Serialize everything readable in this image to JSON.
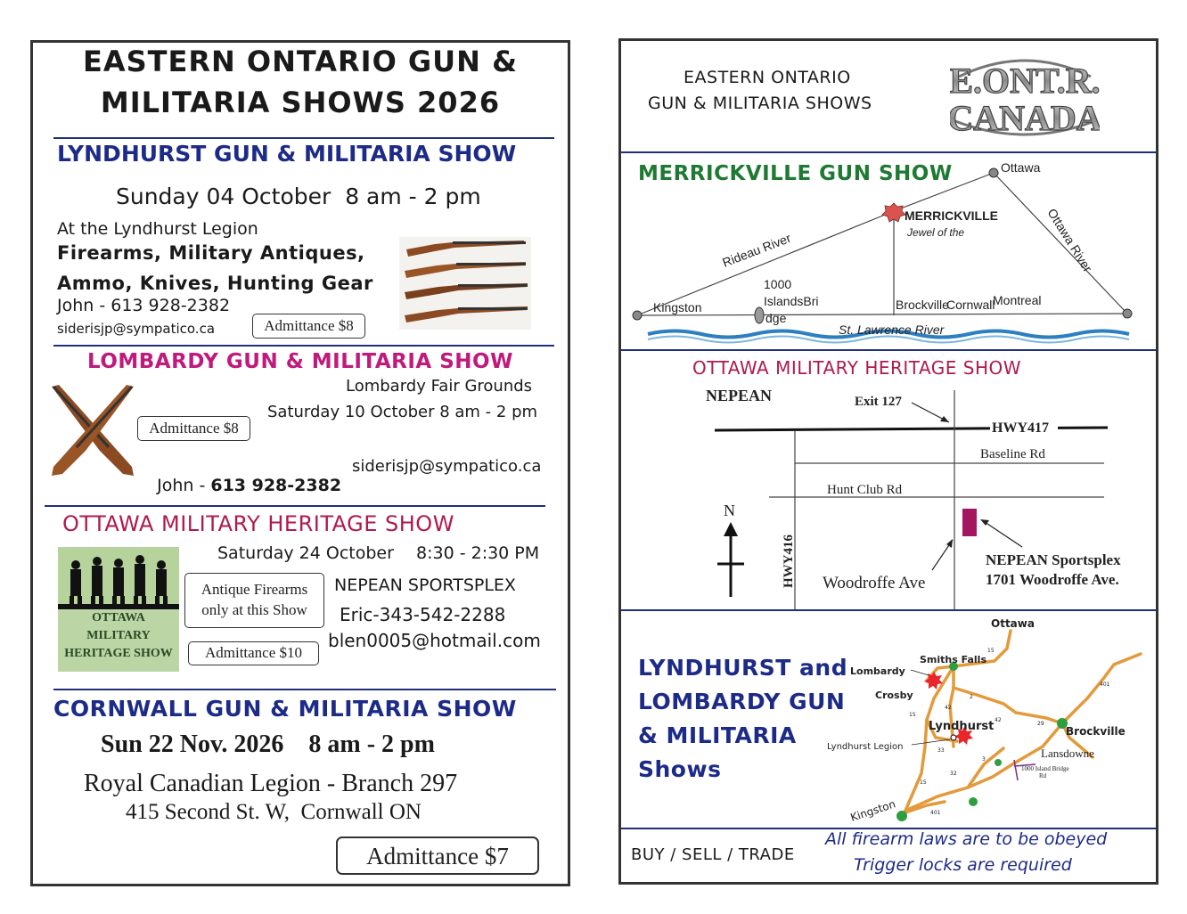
{
  "left": {
    "title_line1": "EASTERN ONTARIO GUN &",
    "title_line2": "MILITARIA SHOWS 2026",
    "lyndhurst": {
      "heading": "LYNDHURST GUN & MILITARIA SHOW",
      "date": "Sunday 04 October  8 am - 2 pm",
      "venue": "At the Lyndhurst Legion",
      "items1": "Firearms, Military Antiques,",
      "items2": "Ammo, Knives, Hunting Gear",
      "contact": "John - 613 928-2382",
      "email": "siderisjp@sympatico.ca",
      "admittance": "Admittance $8"
    },
    "lombardy": {
      "heading": "LOMBARDY GUN & MILITARIA SHOW",
      "venue": "Lombardy Fair Grounds",
      "date": "Saturday 10 October 8 am - 2 pm",
      "admittance": "Admittance $8",
      "contact_name": "John - ",
      "contact_phone": "613 928-2382",
      "email": "siderisjp@sympatico.ca"
    },
    "ottawa": {
      "heading": "OTTAWA MILITARY HERITAGE SHOW",
      "date": "Saturday 24 October",
      "time": "8:30 - 2:30 PM",
      "note_line1": "Antique Firearms",
      "note_line2": "only at this Show",
      "venue": "NEPEAN SPORTSPLEX",
      "phone": "Eric-343-542-2288",
      "email": "blen0005@hotmail.com",
      "admittance": "Admittance $10",
      "logo_line1": "OTTAWA",
      "logo_line2": "MILITARY",
      "logo_line3": "HERITAGE SHOW"
    },
    "cornwall": {
      "heading": "CORNWALL GUN & MILITARIA SHOW",
      "date": "Sun 22 Nov. 2026    8 am - 2 pm",
      "venue1": "Royal Canadian Legion - Branch 297",
      "venue2": "415 Second St. W,  Cornwall ON",
      "admittance": "Admittance $7"
    }
  },
  "right": {
    "title_line1": "EASTERN ONTARIO",
    "title_line2": "GUN & MILITARIA SHOWS",
    "badge_line1": "E.ONT.R.",
    "badge_line2": "CANADA",
    "merrickville": {
      "heading": "MERRICKVILLE GUN SHOW",
      "labels": {
        "ottawa": "Ottawa",
        "merrickville": "MERRICKVILLE",
        "jewel": "Jewel of the",
        "rideau": "Rideau River",
        "ottawa_river": "Ottawa River",
        "kingston": "Kingston",
        "thousand": "1000",
        "islands": "IslandsBri",
        "dge": "dge",
        "brockville": "Brockville",
        "cornwall": "Cornwall",
        "montreal": "Montreal",
        "st_lawrence": "St. Lawrence River"
      }
    },
    "ottawa_show": {
      "heading": "OTTAWA MILITARY HERITAGE SHOW",
      "labels": {
        "nepean": "NEPEAN",
        "exit": "Exit 127",
        "hwy417": "HWY417",
        "baseline": "Baseline Rd",
        "hunt_club": "Hunt Club Rd",
        "north": "N",
        "hwy416": "HWY416",
        "woodroffe": "Woodroffe Ave",
        "sportsplex": "NEPEAN Sportsplex",
        "address": "1701 Woodroffe Ave."
      }
    },
    "lyndhurst_map": {
      "heading1": "LYNDHURST and",
      "heading2": "LOMBARDY GUN",
      "heading3": "& MILITARIA",
      "heading4": "Shows",
      "labels": {
        "ottawa": "Ottawa",
        "smiths_falls": "Smiths Falls",
        "lombardy": "Lombardy",
        "crosby": "Crosby",
        "lyndhurst": "Lyndhurst",
        "legion": "Lyndhurst Legion",
        "brockville": "Brockville",
        "lansdowne": "Lansdowne",
        "bridge": "1000 Island Bridge",
        "rd": "Rd",
        "kingston": "Kingston",
        "r15a": "15",
        "r42a": "42",
        "r2": "2",
        "r401a": "401",
        "r15b": "15",
        "r42b": "42",
        "r29": "29",
        "r33": "33",
        "r3": "3",
        "r32": "32",
        "r15c": "15",
        "r401b": "401"
      }
    },
    "footer": {
      "trade": "BUY / SELL / TRADE",
      "laws": "All firearm laws are to be obeyed",
      "locks": "Trigger locks are required"
    }
  }
}
